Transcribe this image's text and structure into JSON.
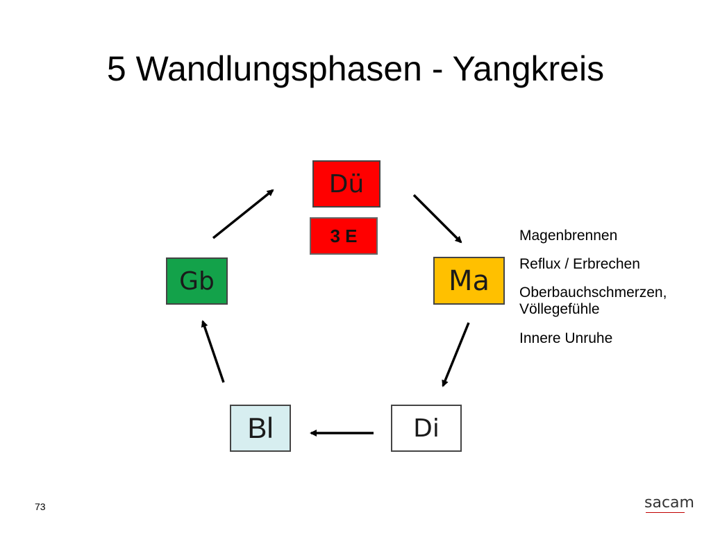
{
  "title": "5 Wandlungsphasen - Yangkreis",
  "nodes": {
    "du": {
      "label": "Dü",
      "color": "#ff0000"
    },
    "e3": {
      "label": "3 E",
      "color": "#ff0000"
    },
    "gb": {
      "label": "Gb",
      "color": "#13a24a"
    },
    "ma": {
      "label": "Ma",
      "color": "#ffc000"
    },
    "bl": {
      "label": "Bl",
      "color": "#d7eef0"
    },
    "di": {
      "label": "Di",
      "color": "#ffffff"
    }
  },
  "symptoms": [
    "Magenbrennen",
    "Reflux / Erbrechen",
    "Oberbauchschmerzen, Völlegefühle",
    "Innere Unruhe"
  ],
  "footer": {
    "page_number": "73",
    "logo_text": "sacam"
  }
}
